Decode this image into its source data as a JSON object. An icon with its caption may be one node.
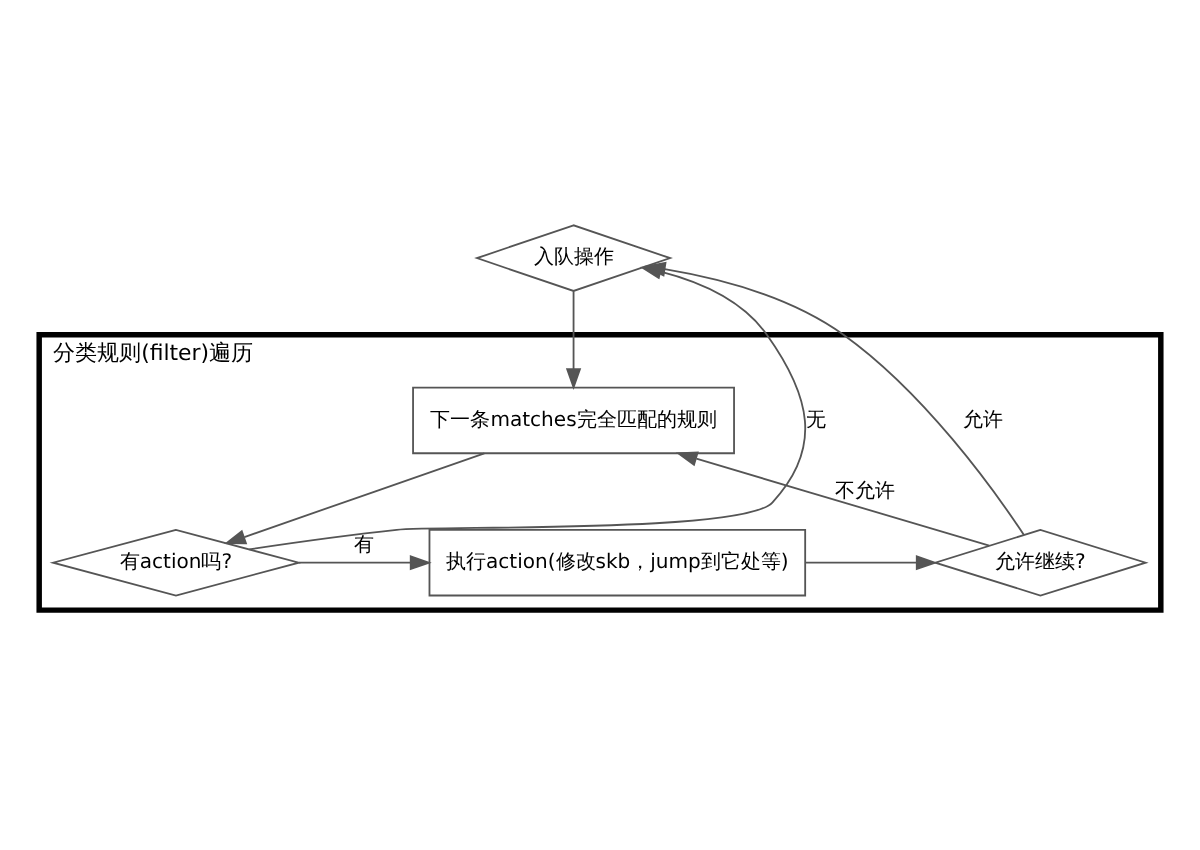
{
  "diagram": {
    "nodes": [
      {
        "text": [
          "入队操作"
        ]
      },
      {
        "text": [
          "分类规则(filter)遍历"
        ]
      },
      {
        "text": [
          "下一条matches完全匹配的规则"
        ],
        "in": 1
      },
      {
        "text": [
          "有action吗?"
        ],
        "in": 1
      },
      {
        "text": [
          "执行action(修改skb，jump到它处等)"
        ],
        "in": 1
      },
      {
        "text": [
          "允许继续?"
        ],
        "in": 1
      }
    ],
    "edges": [
      {
        "from": 0,
        "to": 2,
        "arrow": "to"
      },
      {
        "from": 2,
        "to": 3,
        "arrow": "to"
      },
      {
        "from": 3,
        "to": 4,
        "label": "有",
        "arrow": "to"
      },
      {
        "from": 4,
        "to": 5,
        "arrow": "to"
      },
      {
        "from": 5,
        "to": 2,
        "label": "不允许",
        "arrow": "to"
      },
      {
        "from": 3,
        "to": 0,
        "label": "无",
        "arrow": "to"
      },
      {
        "from": 5,
        "to": 0,
        "label": "允许",
        "arrow": "to"
      }
    ]
  }
}
